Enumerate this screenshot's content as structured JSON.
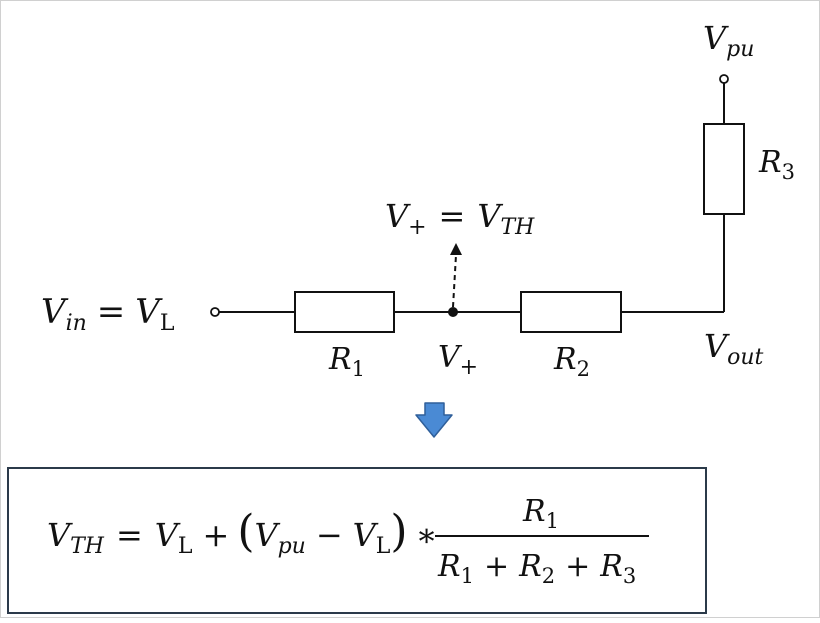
{
  "colors": {
    "wire": "#111111",
    "arrow_fill": "#4a8ad4",
    "arrow_stroke": "#2f5f9a",
    "box_border": "#2b3a4a"
  },
  "labels": {
    "vin_main": "V",
    "vin_sub": "in",
    "equals": "=",
    "vl_main": "V",
    "vl_sub": "L",
    "vpu_main": "V",
    "vpu_sub": "pu",
    "r1_main": "R",
    "r1_sub": "1",
    "r2_main": "R",
    "r2_sub": "2",
    "r3_main": "R",
    "r3_sub": "3",
    "vplus_main": "V",
    "vplus_sub": "+",
    "vth_main": "V",
    "vth_sub": "TH",
    "vout_main": "V",
    "vout_sub": "out"
  },
  "icons": {
    "flow_arrow": "down-arrow-icon"
  },
  "formula": {
    "lhs_main": "V",
    "lhs_sub": "TH",
    "equals": "=",
    "vl1_main": "V",
    "vl1_sub": "L",
    "plus": "+",
    "lparen": "(",
    "vpu_main": "V",
    "vpu_sub": "pu",
    "minus": "−",
    "vl2_main": "V",
    "vl2_sub": "L",
    "rparen": ")",
    "times": "∗",
    "num_main": "R",
    "num_sub": "1",
    "den_r1_main": "R",
    "den_r1_sub": "1",
    "den_plus1": "+",
    "den_r2_main": "R",
    "den_r2_sub": "2",
    "den_plus2": "+",
    "den_r3_main": "R",
    "den_r3_sub": "3"
  }
}
